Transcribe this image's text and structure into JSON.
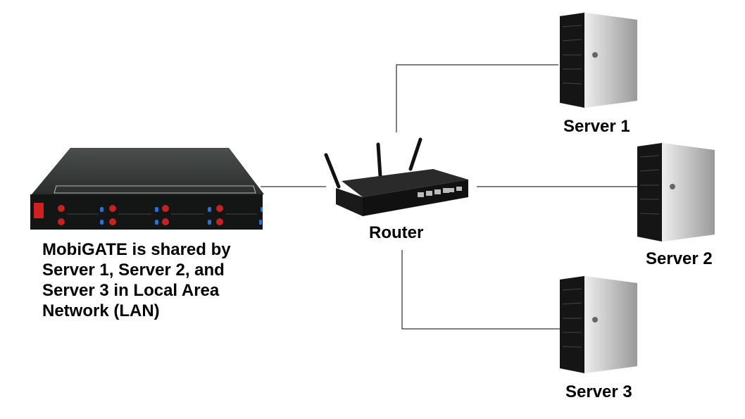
{
  "nodes": {
    "mobigate": {
      "description": "MobiGATE is shared by Server 1, Server 2, and Server 3 in Local Area Network (LAN)"
    },
    "router": {
      "label": "Router"
    },
    "server1": {
      "label": "Server 1"
    },
    "server2": {
      "label": "Server 2"
    },
    "server3": {
      "label": "Server 3"
    }
  },
  "connections": [
    {
      "from": "mobigate",
      "to": "router"
    },
    {
      "from": "router",
      "to": "server1"
    },
    {
      "from": "router",
      "to": "server2"
    },
    {
      "from": "router",
      "to": "server3"
    }
  ]
}
